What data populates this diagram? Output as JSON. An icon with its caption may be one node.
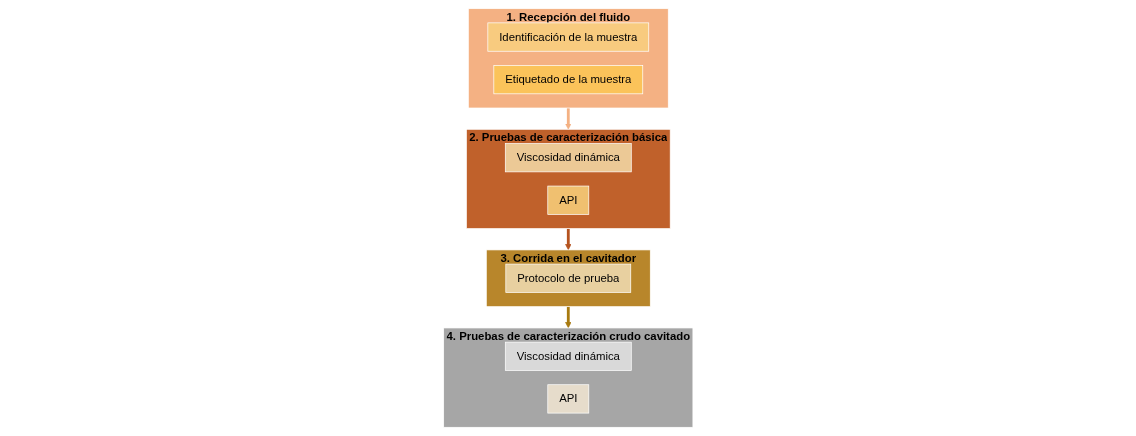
{
  "diagram": {
    "nodes": [
      {
        "text": [
          "1. Recepción del fluido"
        ]
      },
      {
        "text": [
          "Identificación de la muestra"
        ],
        "in": 0
      },
      {
        "text": [
          "Etiquetado de la muestra"
        ],
        "in": 0
      },
      {
        "text": [
          "2. Pruebas de caracterización básica"
        ]
      },
      {
        "text": [
          "Viscosidad dinámica"
        ],
        "in": 3
      },
      {
        "text": [
          "API"
        ],
        "in": 3
      },
      {
        "text": [
          "3. Corrida en el cavitador"
        ]
      },
      {
        "text": [
          "Protocolo de prueba"
        ],
        "in": 6
      },
      {
        "text": [
          "4. Pruebas de caracterización crudo cavitado"
        ]
      },
      {
        "text": [
          "Viscosidad dinámica"
        ],
        "in": 8
      },
      {
        "text": [
          "API"
        ],
        "in": 8
      }
    ],
    "edges": [
      {
        "from": 0,
        "to": 3,
        "arrow": "to",
        "color": "#f4b183"
      },
      {
        "from": 3,
        "to": 6,
        "arrow": "to",
        "color": "#b5531f"
      },
      {
        "from": 6,
        "to": 8,
        "arrow": "to",
        "color": "#a87a10"
      }
    ]
  }
}
